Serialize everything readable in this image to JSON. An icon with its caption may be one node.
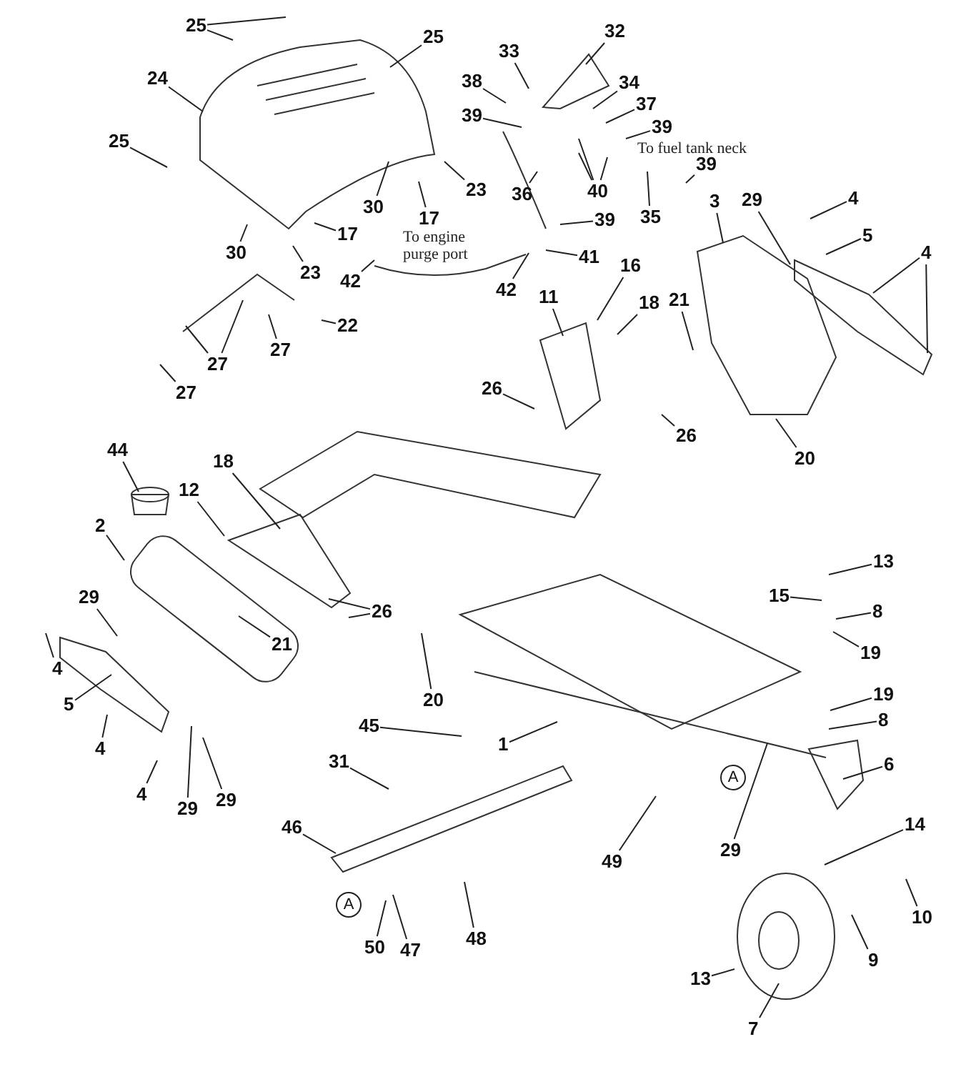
{
  "diagram": {
    "nodes": [
      {
        "text": [
          "25"
        ]
      },
      {
        "text": [
          "25"
        ]
      },
      {
        "text": [
          "24"
        ]
      },
      {
        "text": [
          "25"
        ]
      },
      {
        "text": [
          "30"
        ]
      },
      {
        "text": [
          "17"
        ]
      },
      {
        "text": [
          "23"
        ]
      },
      {
        "text": [
          "30"
        ]
      },
      {
        "text": [
          "17"
        ]
      },
      {
        "text": [
          "23"
        ]
      },
      {
        "text": [
          "42"
        ]
      },
      {
        "text": [
          "22"
        ]
      },
      {
        "text": [
          "27"
        ]
      },
      {
        "text": [
          "27"
        ]
      },
      {
        "text": [
          "27"
        ]
      },
      {
        "text": [
          "32"
        ]
      },
      {
        "text": [
          "33"
        ]
      },
      {
        "text": [
          "38"
        ]
      },
      {
        "text": [
          "39"
        ]
      },
      {
        "text": [
          "34"
        ]
      },
      {
        "text": [
          "37"
        ]
      },
      {
        "text": [
          "39"
        ]
      },
      {
        "text": [
          "36"
        ]
      },
      {
        "text": [
          "40"
        ]
      },
      {
        "text": [
          "35"
        ]
      },
      {
        "text": [
          "39"
        ]
      },
      {
        "text": [
          "39"
        ]
      },
      {
        "text": [
          "41"
        ]
      },
      {
        "text": [
          "42"
        ]
      },
      {
        "text": [
          "3"
        ]
      },
      {
        "text": [
          "29"
        ]
      },
      {
        "text": [
          "4"
        ]
      },
      {
        "text": [
          "5"
        ]
      },
      {
        "text": [
          "4"
        ]
      },
      {
        "text": [
          "16"
        ]
      },
      {
        "text": [
          "18"
        ]
      },
      {
        "text": [
          "11"
        ]
      },
      {
        "text": [
          "21"
        ]
      },
      {
        "text": [
          "26"
        ]
      },
      {
        "text": [
          "26"
        ]
      },
      {
        "text": [
          "20"
        ]
      },
      {
        "text": [
          "44"
        ]
      },
      {
        "text": [
          "12"
        ]
      },
      {
        "text": [
          "18"
        ]
      },
      {
        "text": [
          "2"
        ]
      },
      {
        "text": [
          "29"
        ]
      },
      {
        "text": [
          "26"
        ]
      },
      {
        "text": [
          "21"
        ]
      },
      {
        "text": [
          "4"
        ]
      },
      {
        "text": [
          "5"
        ]
      },
      {
        "text": [
          "20"
        ]
      },
      {
        "text": [
          "4"
        ]
      },
      {
        "text": [
          "4"
        ]
      },
      {
        "text": [
          "29"
        ]
      },
      {
        "text": [
          "29"
        ]
      },
      {
        "text": [
          "45"
        ]
      },
      {
        "text": [
          "31"
        ]
      },
      {
        "text": [
          "1"
        ]
      },
      {
        "text": [
          "46"
        ]
      },
      {
        "text": [
          "A"
        ]
      },
      {
        "text": [
          "50"
        ]
      },
      {
        "text": [
          "47"
        ]
      },
      {
        "text": [
          "48"
        ]
      },
      {
        "text": [
          "13"
        ]
      },
      {
        "text": [
          "15"
        ]
      },
      {
        "text": [
          "8"
        ]
      },
      {
        "text": [
          "19"
        ]
      },
      {
        "text": [
          "19"
        ]
      },
      {
        "text": [
          "8"
        ]
      },
      {
        "text": [
          "6"
        ]
      },
      {
        "text": [
          "A"
        ]
      },
      {
        "text": [
          "29"
        ]
      },
      {
        "text": [
          "49"
        ]
      },
      {
        "text": [
          "14"
        ]
      },
      {
        "text": [
          "10"
        ]
      },
      {
        "text": [
          "9"
        ]
      },
      {
        "text": [
          "13"
        ]
      },
      {
        "text": [
          "7"
        ]
      }
    ],
    "edges": [
      {
        "from": 0,
        "to": null,
        "arrow": "none"
      },
      {
        "from": 0,
        "to": null,
        "arrow": "none"
      },
      {
        "from": 1,
        "to": null,
        "arrow": "none"
      },
      {
        "from": 2,
        "to": null,
        "arrow": "none"
      },
      {
        "from": 3,
        "to": null,
        "arrow": "none"
      },
      {
        "from": 4,
        "to": null,
        "arrow": "none"
      },
      {
        "from": 5,
        "to": null,
        "arrow": "none"
      },
      {
        "from": 6,
        "to": null,
        "arrow": "none"
      },
      {
        "from": 7,
        "to": null,
        "arrow": "none"
      },
      {
        "from": 8,
        "to": null,
        "arrow": "none"
      },
      {
        "from": 9,
        "to": null,
        "arrow": "none"
      },
      {
        "from": 10,
        "to": null,
        "arrow": "none"
      },
      {
        "from": 11,
        "to": null,
        "arrow": "none"
      },
      {
        "from": 12,
        "to": null,
        "arrow": "none"
      },
      {
        "from": 13,
        "to": null,
        "arrow": "none"
      },
      {
        "from": 13,
        "to": null,
        "arrow": "none"
      },
      {
        "from": 14,
        "to": null,
        "arrow": "none"
      },
      {
        "from": 15,
        "to": null,
        "arrow": "none"
      },
      {
        "from": 16,
        "to": null,
        "arrow": "none"
      },
      {
        "from": 17,
        "to": null,
        "arrow": "none"
      },
      {
        "from": 18,
        "to": null,
        "arrow": "none"
      },
      {
        "from": 19,
        "to": null,
        "arrow": "none"
      },
      {
        "from": 20,
        "to": null,
        "arrow": "none"
      },
      {
        "from": 21,
        "to": null,
        "arrow": "none"
      },
      {
        "from": 22,
        "to": null,
        "arrow": "none"
      },
      {
        "from": 23,
        "to": null,
        "arrow": "none"
      },
      {
        "from": 23,
        "to": null,
        "arrow": "none"
      },
      {
        "from": 23,
        "to": null,
        "arrow": "none"
      },
      {
        "from": 24,
        "to": null,
        "arrow": "none"
      },
      {
        "from": 25,
        "to": null,
        "arrow": "none"
      },
      {
        "from": 26,
        "to": null,
        "arrow": "none"
      },
      {
        "from": 27,
        "to": null,
        "arrow": "none"
      },
      {
        "from": 28,
        "to": null,
        "arrow": "none"
      },
      {
        "from": 29,
        "to": null,
        "arrow": "none"
      },
      {
        "from": 30,
        "to": null,
        "arrow": "none"
      },
      {
        "from": 31,
        "to": null,
        "arrow": "none"
      },
      {
        "from": 32,
        "to": null,
        "arrow": "none"
      },
      {
        "from": 33,
        "to": null,
        "arrow": "none"
      },
      {
        "from": 33,
        "to": null,
        "arrow": "none"
      },
      {
        "from": 34,
        "to": null,
        "arrow": "none"
      },
      {
        "from": 35,
        "to": null,
        "arrow": "none"
      },
      {
        "from": 36,
        "to": null,
        "arrow": "none"
      },
      {
        "from": 37,
        "to": null,
        "arrow": "none"
      },
      {
        "from": 38,
        "to": null,
        "arrow": "none"
      },
      {
        "from": 39,
        "to": null,
        "arrow": "none"
      },
      {
        "from": 40,
        "to": null,
        "arrow": "none"
      },
      {
        "from": 41,
        "to": null,
        "arrow": "none"
      },
      {
        "from": 42,
        "to": null,
        "arrow": "none"
      },
      {
        "from": 43,
        "to": null,
        "arrow": "none"
      },
      {
        "from": 44,
        "to": null,
        "arrow": "none"
      },
      {
        "from": 45,
        "to": null,
        "arrow": "none"
      },
      {
        "from": 46,
        "to": null,
        "arrow": "none"
      },
      {
        "from": 46,
        "to": null,
        "arrow": "none"
      },
      {
        "from": 47,
        "to": null,
        "arrow": "none"
      },
      {
        "from": 48,
        "to": null,
        "arrow": "none"
      },
      {
        "from": 49,
        "to": null,
        "arrow": "none"
      },
      {
        "from": 50,
        "to": null,
        "arrow": "none"
      },
      {
        "from": 51,
        "to": null,
        "arrow": "none"
      },
      {
        "from": 52,
        "to": null,
        "arrow": "none"
      },
      {
        "from": 53,
        "to": null,
        "arrow": "none"
      },
      {
        "from": 54,
        "to": null,
        "arrow": "none"
      },
      {
        "from": 55,
        "to": null,
        "arrow": "none"
      },
      {
        "from": 56,
        "to": null,
        "arrow": "none"
      },
      {
        "from": 57,
        "to": null,
        "arrow": "none"
      },
      {
        "from": 58,
        "to": null,
        "arrow": "none"
      },
      {
        "from": 60,
        "to": null,
        "arrow": "none"
      },
      {
        "from": 61,
        "to": null,
        "arrow": "none"
      },
      {
        "from": 62,
        "to": null,
        "arrow": "none"
      },
      {
        "from": 63,
        "to": null,
        "arrow": "none"
      },
      {
        "from": 64,
        "to": null,
        "arrow": "none"
      },
      {
        "from": 65,
        "to": null,
        "arrow": "none"
      },
      {
        "from": 66,
        "to": null,
        "arrow": "none"
      },
      {
        "from": 67,
        "to": null,
        "arrow": "none"
      },
      {
        "from": 68,
        "to": null,
        "arrow": "none"
      },
      {
        "from": 69,
        "to": null,
        "arrow": "none"
      },
      {
        "from": 71,
        "to": null,
        "arrow": "none"
      },
      {
        "from": 72,
        "to": null,
        "arrow": "none"
      },
      {
        "from": 73,
        "to": null,
        "arrow": "none"
      },
      {
        "from": 74,
        "to": null,
        "arrow": "none"
      },
      {
        "from": 75,
        "to": null,
        "arrow": "none"
      },
      {
        "from": 76,
        "to": null,
        "arrow": "none"
      },
      {
        "from": 77,
        "to": null,
        "arrow": "none"
      }
    ],
    "labels": [
      "To engine purge port",
      "To fuel tank neck"
    ]
  }
}
